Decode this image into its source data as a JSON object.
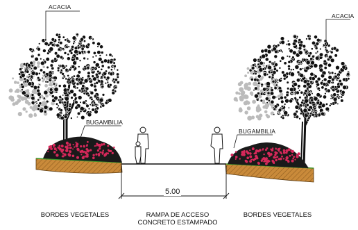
{
  "labels": {
    "acacia_left": "ACACIA",
    "acacia_right": "ACACIA",
    "bugambilia_left": "BUGAMBILIA",
    "bugambilia_right": "BUGAMBILIA"
  },
  "dimension": {
    "value_text": "5.00"
  },
  "captions": {
    "left": "BORDES VEGETALES",
    "center_line1": "RAMPA DE ACCESO",
    "center_line2": "CONCRETO ESTAMPADO",
    "right": "BORDES VEGETALES"
  },
  "colors": {
    "soil": "#c98a3a",
    "grass": "#3d9a2b",
    "flowers": "#d6285a",
    "foliage": "#111111",
    "ghost_foliage": "#bbbbbb"
  }
}
